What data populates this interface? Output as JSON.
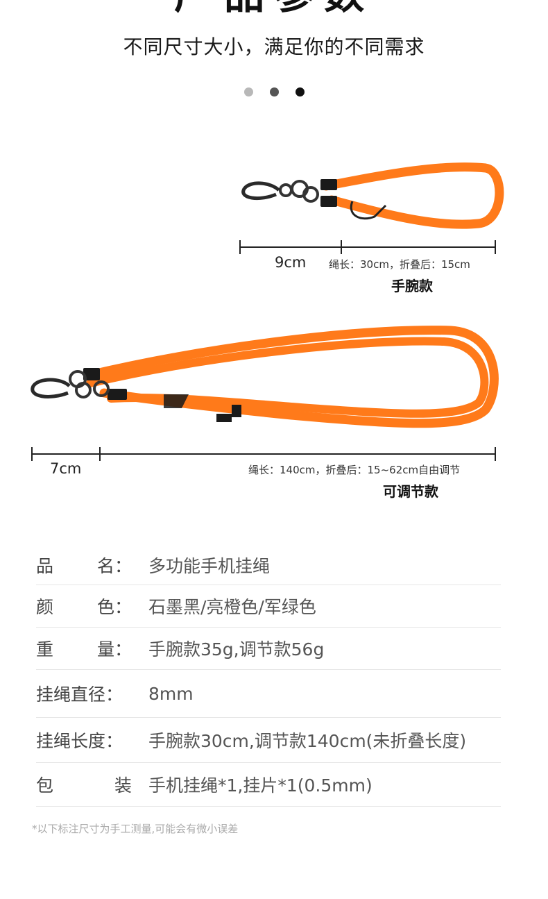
{
  "header": {
    "title": "产品参数",
    "subtitle": "不同尺寸大小，满足你的不同需求",
    "dot_colors": [
      "#b8b8b8",
      "#555555",
      "#111111"
    ]
  },
  "strap_color": "#ff7a1a",
  "wrist_variant": {
    "name": "手腕款",
    "hook_length": "9cm",
    "rope_note": "绳长：30cm，折叠后：15cm"
  },
  "adjustable_variant": {
    "name": "可调节款",
    "hook_length": "7cm",
    "rope_note": "绳长：140cm，折叠后：15~62cm自由调节"
  },
  "specs": [
    {
      "label_chars": [
        "品",
        "名："
      ],
      "value": "多功能手机挂绳"
    },
    {
      "label_chars": [
        "颜",
        "色："
      ],
      "value": "石墨黑/亮橙色/军绿色"
    },
    {
      "label_chars": [
        "重",
        "量："
      ],
      "value": "手腕款35g,调节款56g"
    },
    {
      "label_chars": [
        "挂绳直径："
      ],
      "value": "8mm"
    },
    {
      "label_chars": [
        "挂绳长度："
      ],
      "value": "手腕款30cm,调节款140cm(未折叠长度)"
    },
    {
      "label_chars": [
        "包",
        "装"
      ],
      "value": "手机挂绳*1,挂片*1(0.5mm)"
    }
  ],
  "footnote": "*以下标注尺寸为手工测量,可能会有微小误差"
}
